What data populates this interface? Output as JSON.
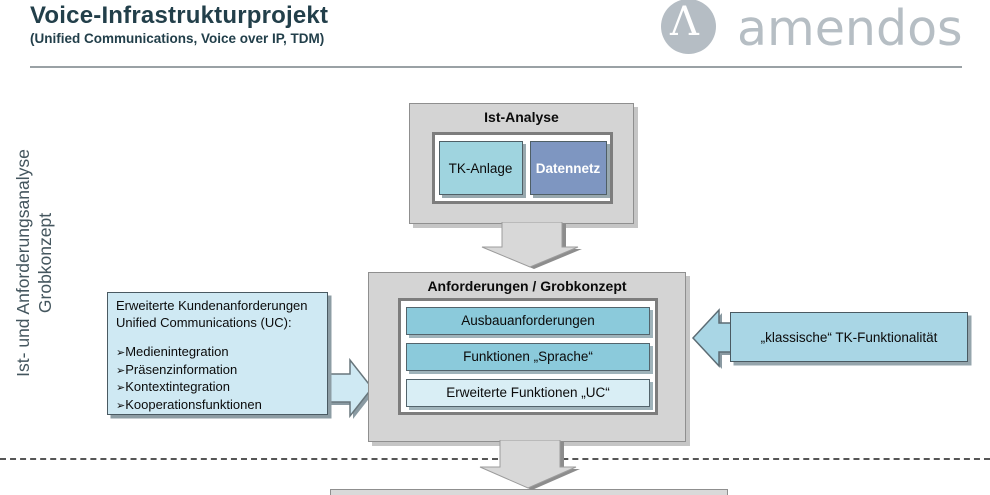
{
  "header": {
    "title": "Voice-Infrastrukturprojekt",
    "subtitle": "(Unified Communications, Voice over IP, TDM)",
    "logo_symbol": "Λ",
    "logo_text": "amendos"
  },
  "phase_label": {
    "line1": "Ist- und Anforderungsanalyse",
    "line2": "Grobkonzept"
  },
  "diagram": {
    "ist_analyse": {
      "title": "Ist-Analyse",
      "items": [
        {
          "label": "TK-Anlage"
        },
        {
          "label": "Datennetz"
        }
      ]
    },
    "anforderungen": {
      "title": "Anforderungen / Grobkonzept",
      "items": [
        {
          "label": "Ausbauanforderungen"
        },
        {
          "label": "Funktionen „Sprache“"
        },
        {
          "label": "Erweiterte Funktionen „UC“"
        }
      ]
    },
    "left_note": {
      "line1": "Erweiterte Kundenanforderungen",
      "line2": "Unified Communications (UC):",
      "bullet_glyph": "➢",
      "bullets": [
        "Medienintegration",
        "Präsenzinformation",
        "Kontextintegration",
        "Kooperationsfunktionen"
      ]
    },
    "right_note": {
      "label": "„klassische“ TK-Funktionalität"
    }
  },
  "colors": {
    "title_text": "#223f4a",
    "logo_gray": "#b6bec4",
    "group_fill": "#d4d4d4",
    "group_border": "#8f8f8f",
    "chip_cyan": "#9fd4df",
    "chip_steel_blue": "#7e96c1",
    "bar_cyan": "#8bcadb",
    "bar_light_cyan": "#d9eef5",
    "note_left_fill": "#cfe9f3",
    "note_right_fill": "#a9d6e5",
    "arrow_gray": "#d8d8d8",
    "arrow_shadow": "#8d8d8d"
  }
}
